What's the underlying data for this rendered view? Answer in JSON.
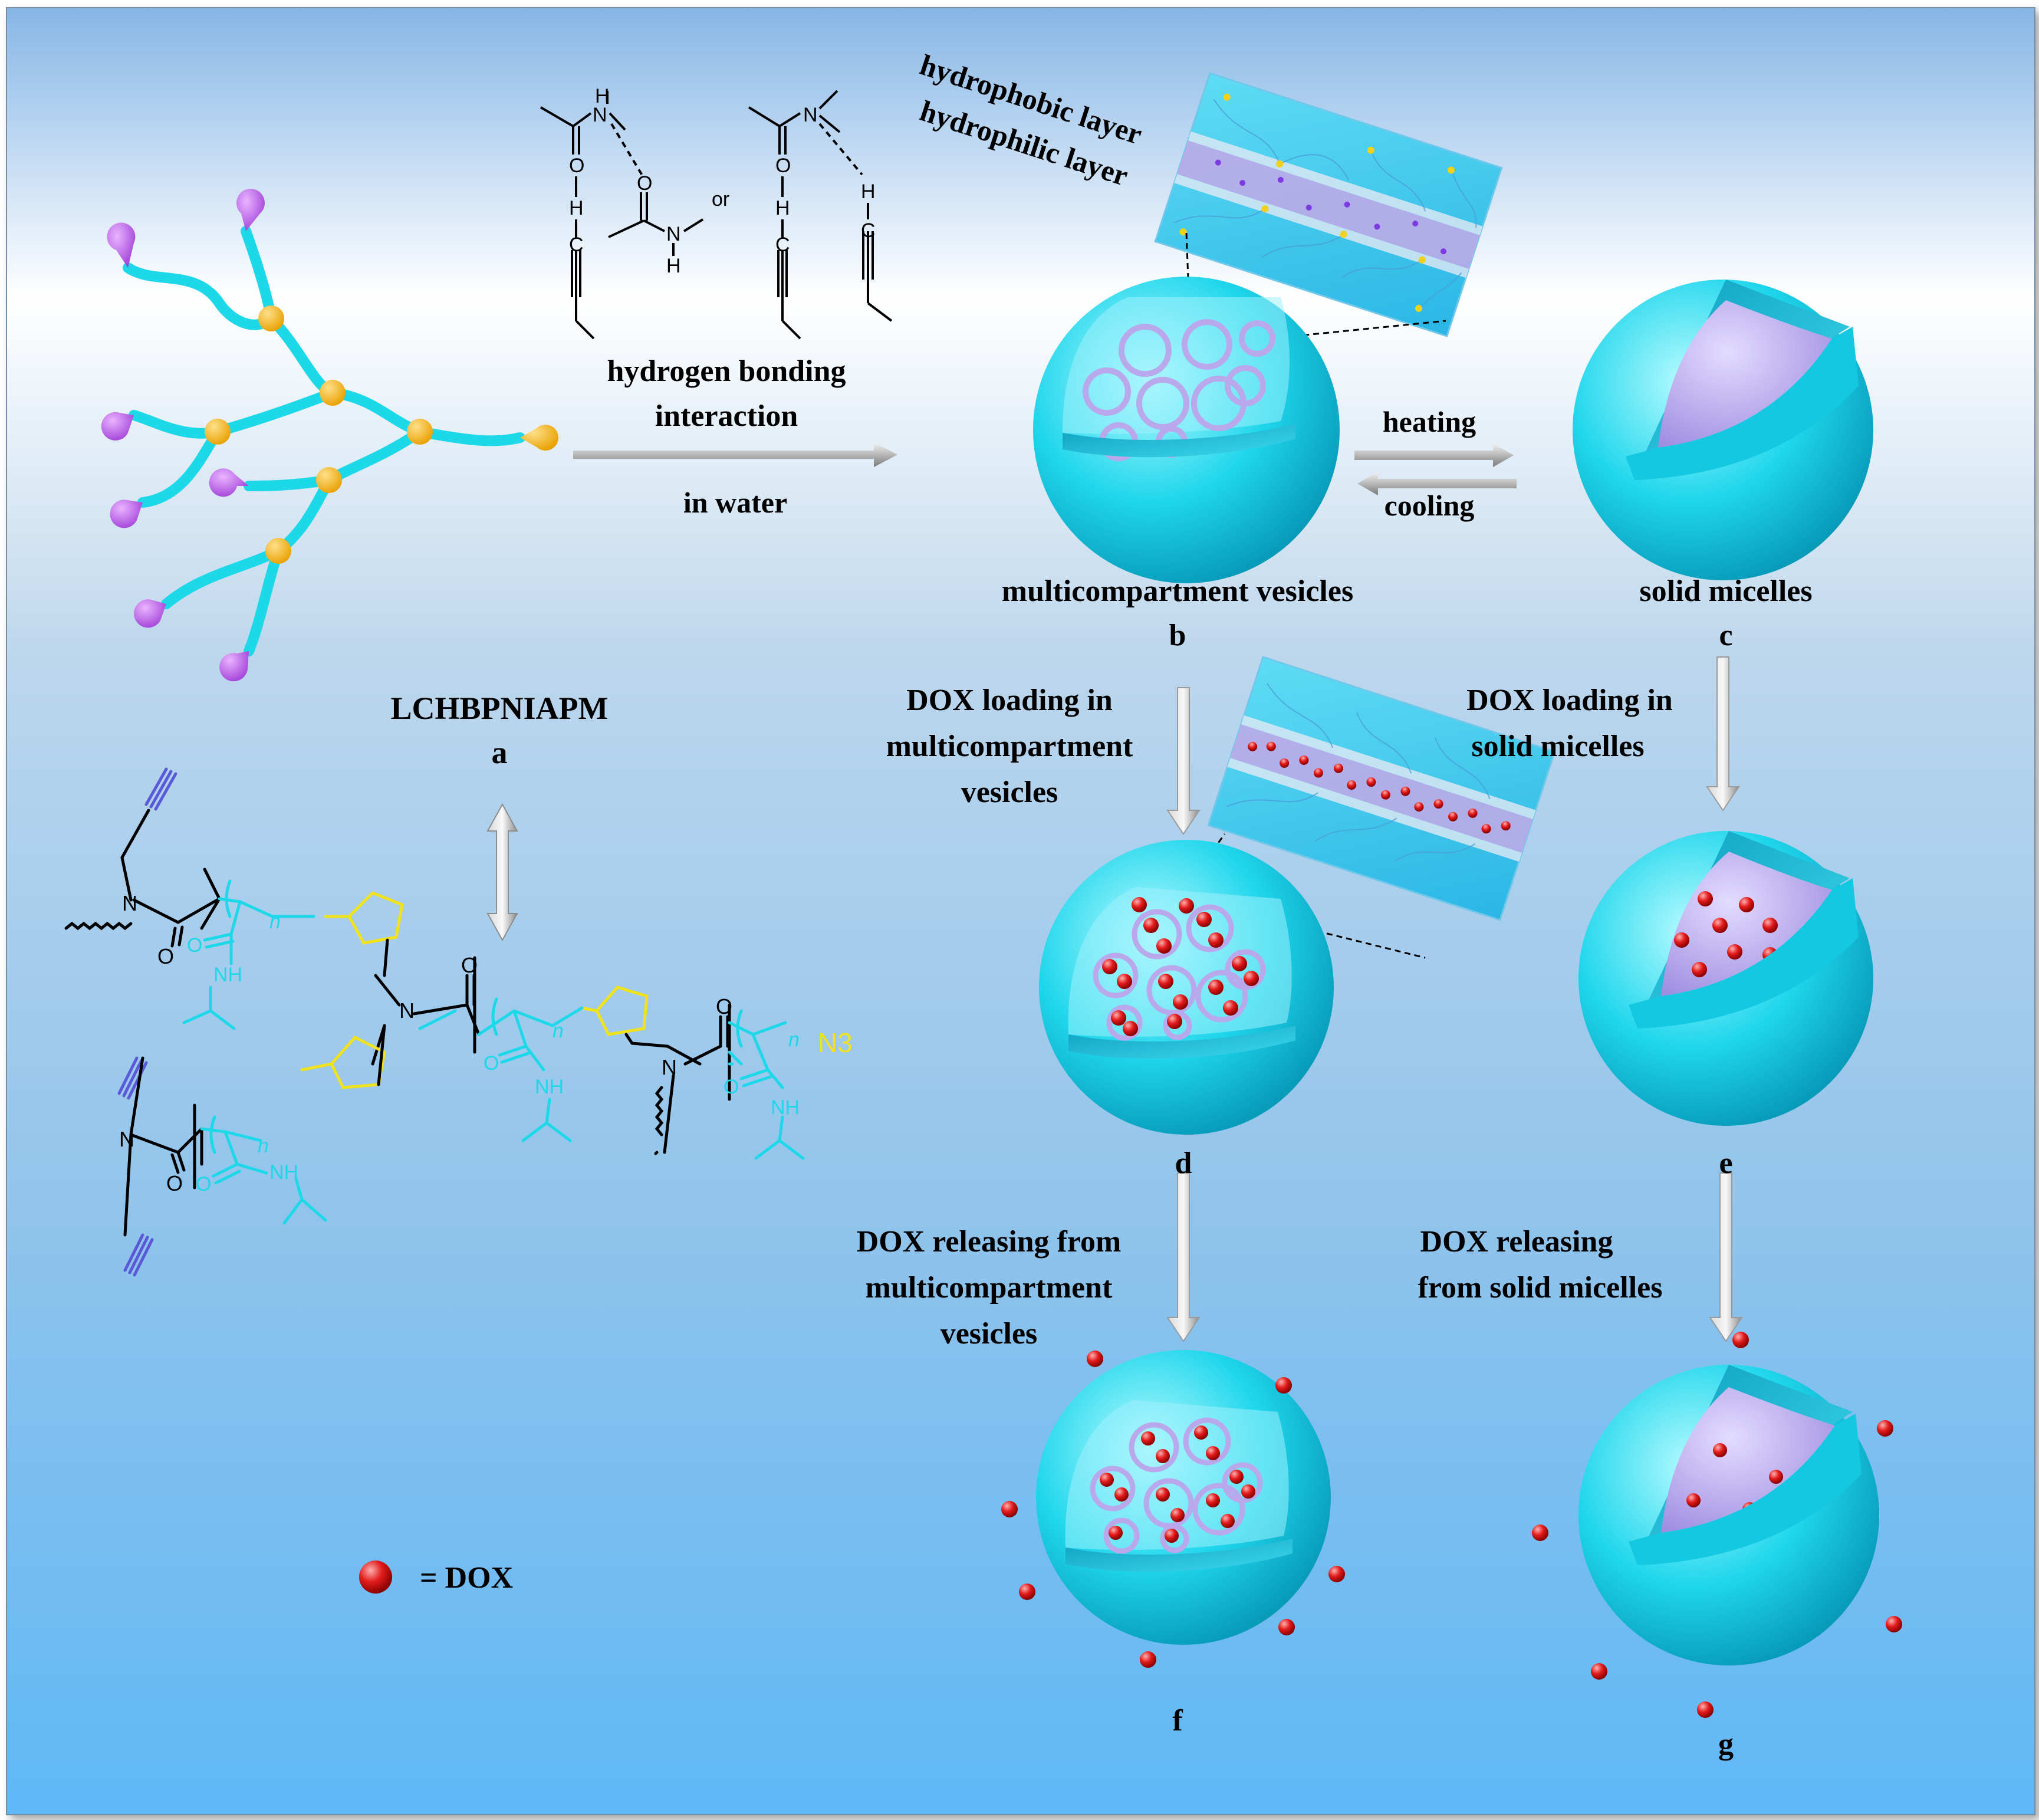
{
  "labels": {
    "hydrophobic_layer": "hydrophobic layer",
    "hydrophilic_layer": "hydrophilic layer",
    "hbond_line1": "hydrogen bonding",
    "hbond_line2": "interaction",
    "in_water": "in water",
    "heating": "heating",
    "cooling": "cooling",
    "multicompartment_vesicles": "multicompartment  vesicles",
    "solid_micelles": "solid micelles",
    "polymer_name": "LCHBPNIAPM",
    "tag_a": "a",
    "tag_b": "b",
    "tag_c": "c",
    "tag_d": "d",
    "tag_e": "e",
    "tag_f": "f",
    "tag_g": "g",
    "dox_loading_vesicles_1": "DOX loading in",
    "dox_loading_vesicles_2": "multicompartment",
    "dox_loading_vesicles_3": "vesicles",
    "dox_loading_micelles_1": "DOX loading in",
    "dox_loading_micelles_2": "solid micelles",
    "dox_release_vesicles_1": "DOX  releasing  from",
    "dox_release_vesicles_2": "multicompartment",
    "dox_release_vesicles_3": "vesicles",
    "dox_release_micelles_1": "DOX  releasing",
    "dox_release_micelles_2": "from solid micelles",
    "legend_dox": "= DOX",
    "or": "or"
  },
  "chem_atoms": {
    "N": "N",
    "H": "H",
    "O": "O",
    "C": "C",
    "NH": "NH",
    "n": "n",
    "N3": "N3"
  },
  "colors": {
    "cyan": "#1cd8e8",
    "cyan_dark": "#0aa8c8",
    "lavender": "#b9a8ec",
    "dox_red": "#e21c1c",
    "yellow": "#f0e21c",
    "blue_alkyne": "#5a5ad8",
    "arrow_gray": "#8c8c8c"
  }
}
